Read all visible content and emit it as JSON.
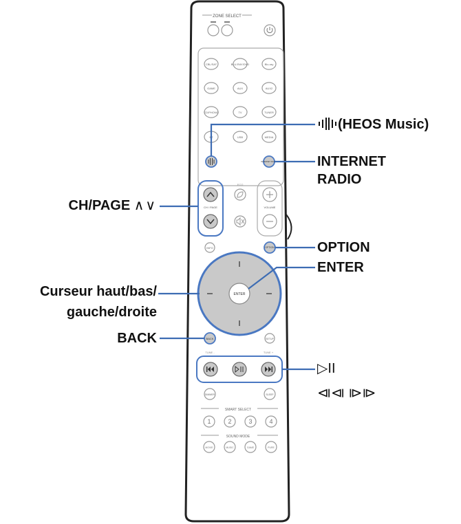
{
  "remote": {
    "top_caption": "ZONE SELECT",
    "source_buttons": [
      "CBL/SAT",
      "BLU-RAY/DVD",
      "Blu-ray",
      "GAME",
      "AUX",
      "AUX2",
      "CD/PHONO",
      "TV",
      "TUNER",
      "BT",
      "USB",
      "MEDIA"
    ],
    "heos_button": "HEOS",
    "internet_radio_button": "INTERNET RADIO",
    "ch_page_caption": "CH / PAGE",
    "volume_caption": "VOLUME",
    "info_button": "INFO",
    "option_button": "OPTION",
    "enter_button": "ENTER",
    "back_button": "BACK",
    "setup_button": "SETUP",
    "tune_minus": "TUNE -",
    "tune_plus": "TUNE +",
    "sleep_button": "SLEEP",
    "dimmer_button": "DIMMER",
    "smart_select_caption": "SMART SELECT",
    "smart_buttons": [
      "1",
      "2",
      "3",
      "4"
    ],
    "sound_mode_caption": "SOUND MODE",
    "sound_buttons": [
      "MOVIE",
      "MUSIC",
      "GAME",
      "PURE"
    ]
  },
  "callouts": {
    "heos_music": "(HEOS Music)",
    "internet_radio_line1": "INTERNET",
    "internet_radio_line2": "RADIO",
    "ch_page": "CH/PAGE",
    "ch_page_symbols": "∧∨",
    "option": "OPTION",
    "enter": "ENTER",
    "cursor_line1": "Curseur haut/bas/",
    "cursor_line2": "gauche/droite",
    "back": "BACK",
    "play_pause": "▷II",
    "skip": "⧏⧏ ⧐⧐"
  },
  "colors": {
    "callout_line": "#3d6cb3",
    "highlight_stroke": "#4a78c2",
    "remote_body": "#ffffff",
    "remote_outline": "#222222",
    "button_stroke": "#9a9a9a",
    "button_fill": "#ffffff",
    "highlight_fill": "#c9c9c9",
    "label_text": "#111111"
  }
}
